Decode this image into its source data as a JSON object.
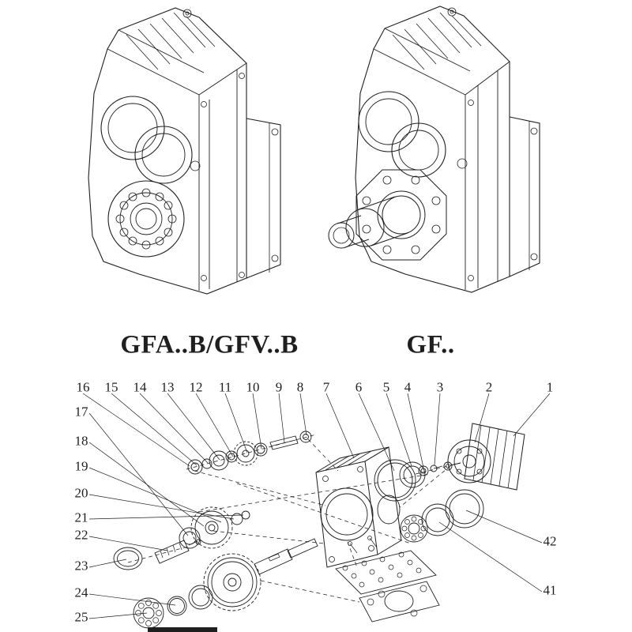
{
  "sheet": {
    "background": "#ffffff",
    "ink": "#1f1f1f"
  },
  "models": {
    "left": {
      "label": "GFA..B/GFV..B"
    },
    "right": {
      "label": "GF.."
    }
  },
  "exploded_view": {
    "callouts_top": [
      "16",
      "15",
      "14",
      "13",
      "12",
      "11",
      "10",
      "9",
      "8",
      "7",
      "6",
      "5",
      "4",
      "3",
      "2",
      "1"
    ],
    "callouts_left": [
      "17",
      "18",
      "19",
      "20",
      "21",
      "22",
      "23",
      "24",
      "25"
    ],
    "callouts_right": [
      "42",
      "41"
    ]
  }
}
